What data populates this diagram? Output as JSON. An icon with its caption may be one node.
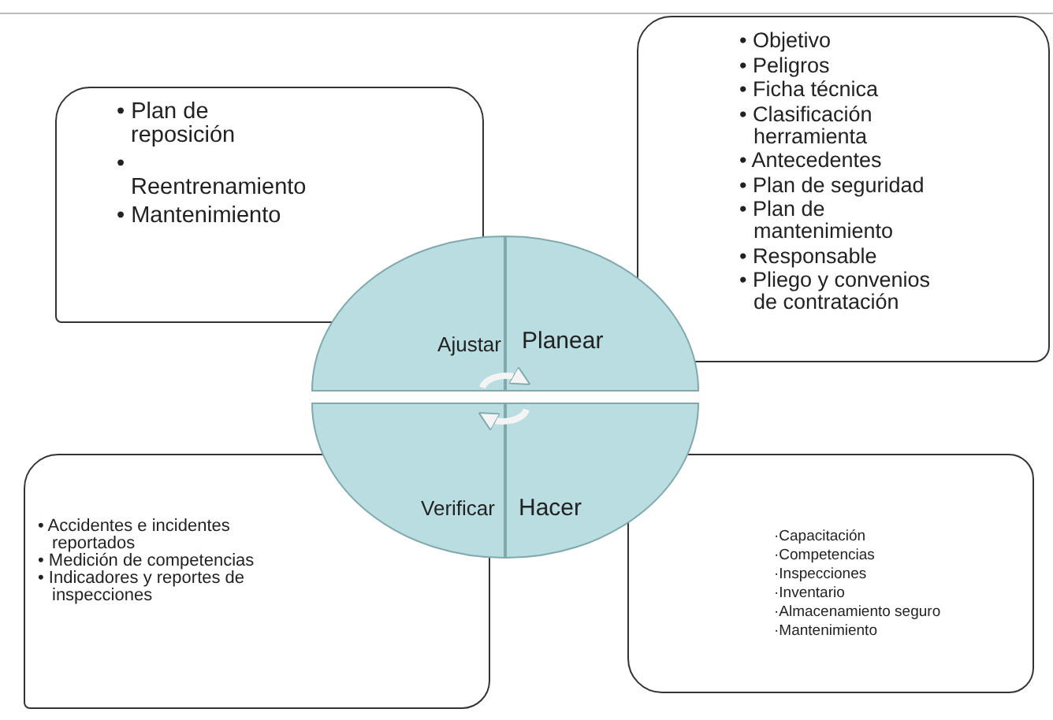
{
  "diagram": {
    "nodes": [
      {
        "text": [
          "• Plan de reposición",
          "• Reentrenamiento",
          "• Mantenimiento"
        ]
      },
      {
        "text": [
          "• Objetivo",
          "• Peligros",
          "• Ficha técnica",
          "• Clasificación herramienta",
          "• Antecedentes",
          "• Plan de seguridad",
          "• Plan de mantenimiento",
          "• Responsable",
          "• Pliego y convenios de contratación"
        ]
      },
      {
        "text": [
          "Ajustar"
        ]
      },
      {
        "text": [
          "Planear"
        ]
      },
      {
        "text": [
          "Verificar"
        ]
      },
      {
        "text": [
          "Hacer"
        ]
      },
      {
        "text": [
          "• Accidentes e incidentes reportados",
          "• Medición de competencias",
          "• Indicadores y reportes de inspecciones"
        ]
      },
      {
        "text": [
          "·Capacitación",
          "·Competencias",
          "·Inspecciones",
          "·Inventario",
          "·Almacenamiento seguro",
          "·Mantenimiento"
        ]
      }
    ],
    "edges": [
      {
        "from": 2,
        "to": 3,
        "arrow": "to"
      },
      {
        "from": 5,
        "to": 4,
        "arrow": "to"
      }
    ]
  }
}
